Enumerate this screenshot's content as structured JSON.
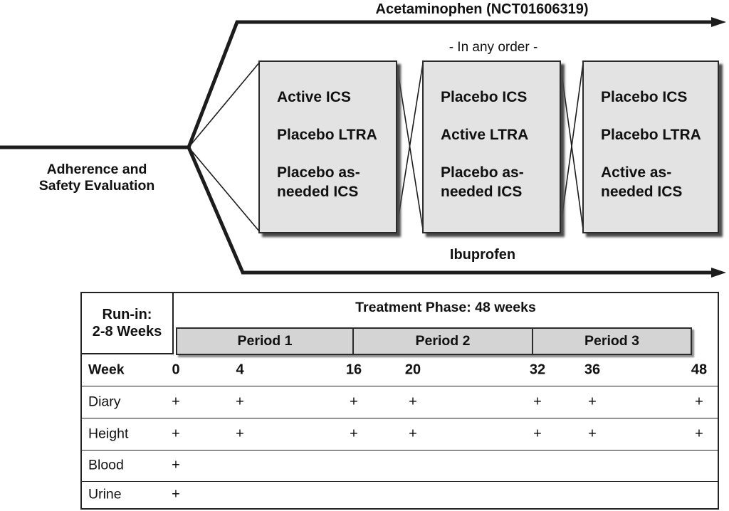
{
  "diagram": {
    "top_arrow_label": "Acetaminophen (NCT01606319)",
    "order_note": "- In any order -",
    "left_label_line1": "Adherence and",
    "left_label_line2": "Safety Evaluation",
    "bottom_arrow_label": "Ibuprofen",
    "boxes": [
      {
        "lines": [
          "Active ICS",
          "Placebo LTRA",
          "Placebo as-needed ICS"
        ]
      },
      {
        "lines": [
          "Placebo ICS",
          "Active LTRA",
          "Placebo as-needed ICS"
        ]
      },
      {
        "lines": [
          "Placebo ICS",
          "Placebo LTRA",
          "Active as-needed ICS"
        ]
      }
    ]
  },
  "schedule_table": {
    "run_in_line1": "Run-in:",
    "run_in_line2": "2-8 Weeks",
    "treatment_phase_label": "Treatment Phase: 48 weeks",
    "periods": [
      "Period 1",
      "Period 2",
      "Period 3"
    ],
    "week_label": "Week",
    "weeks": [
      "0",
      "4",
      "16",
      "20",
      "32",
      "36",
      "48"
    ],
    "assessment_rows": [
      {
        "label": "Diary",
        "marks": [
          "+",
          "+",
          "+",
          "+",
          "+",
          "+",
          "+"
        ]
      },
      {
        "label": "Height",
        "marks": [
          "+",
          "+",
          "+",
          "+",
          "+",
          "+",
          "+"
        ]
      },
      {
        "label": "Blood",
        "marks": [
          "+",
          "",
          "",
          "",
          "",
          "",
          ""
        ]
      },
      {
        "label": "Urine",
        "marks": [
          "+",
          "",
          "",
          "",
          "",
          "",
          ""
        ]
      }
    ]
  },
  "colors": {
    "line": "#1c1c1c",
    "box_fill": "#e3e3e3",
    "box_border": "#2b2b2b",
    "box_shadow": "#4a4a4a",
    "period_fill": "#d4d4d4",
    "background": "#ffffff",
    "text": "#111111"
  }
}
